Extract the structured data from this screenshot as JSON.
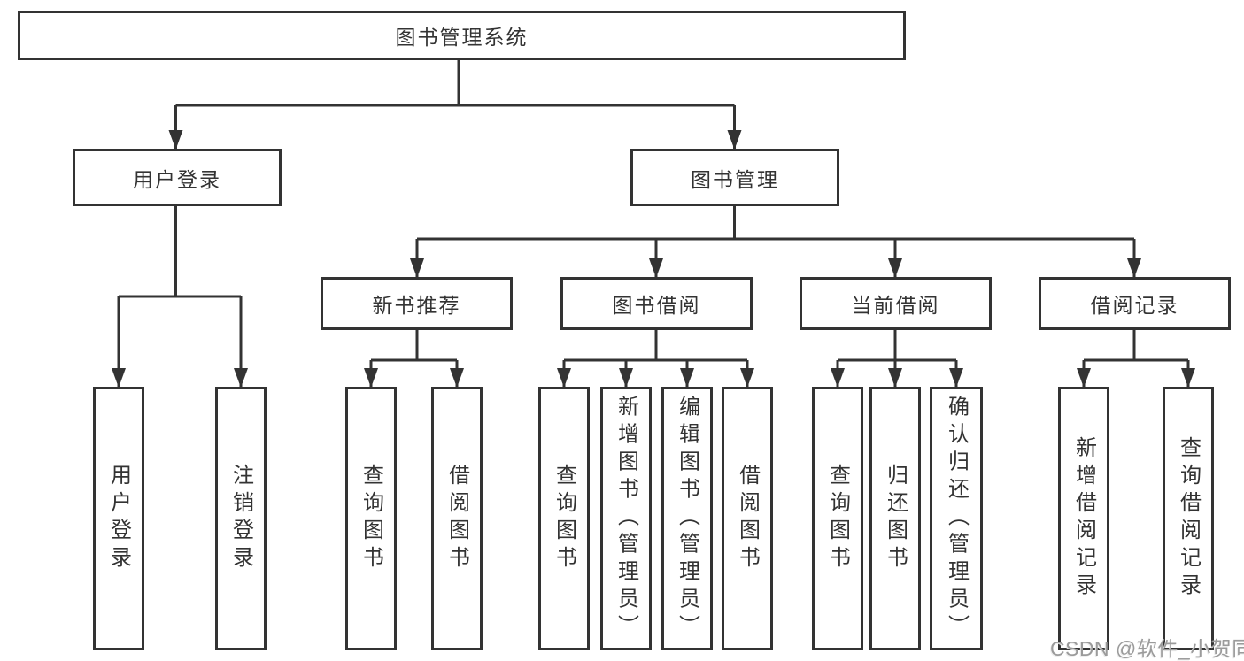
{
  "colors": {
    "line": "#333333",
    "text": "#333333",
    "background": "#ffffff",
    "watermark": "#9b9b9b"
  },
  "watermark": {
    "text": "CSDN @软件_小贺同学"
  },
  "tree": {
    "label": "图书管理系统",
    "children": [
      {
        "label": "用户登录",
        "children": [
          {
            "label": "用户登录"
          },
          {
            "label": "注销登录"
          }
        ]
      },
      {
        "label": "图书管理",
        "children": [
          {
            "label": "新书推荐",
            "children": [
              {
                "label": "查询图书"
              },
              {
                "label": "借阅图书"
              }
            ]
          },
          {
            "label": "图书借阅",
            "children": [
              {
                "label": "查询图书"
              },
              {
                "label": "新增图书（管理员）"
              },
              {
                "label": "编辑图书（管理员）"
              },
              {
                "label": "借阅图书"
              }
            ]
          },
          {
            "label": "当前借阅",
            "children": [
              {
                "label": "查询图书"
              },
              {
                "label": "归还图书"
              },
              {
                "label": "确认归还（管理员）"
              }
            ]
          },
          {
            "label": "借阅记录",
            "children": [
              {
                "label": "新增借阅记录"
              },
              {
                "label": "查询借阅记录"
              }
            ]
          }
        ]
      }
    ]
  }
}
